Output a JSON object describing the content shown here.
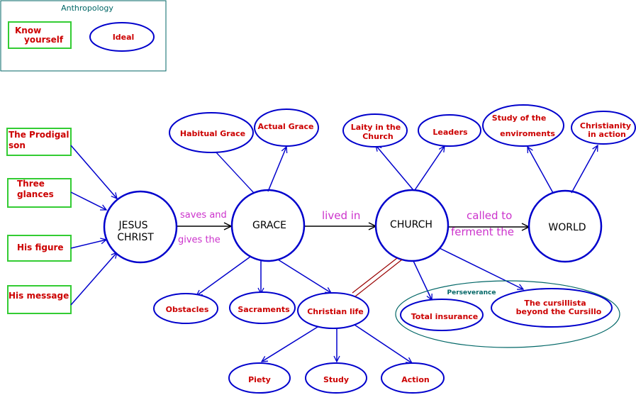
{
  "anthropology": {
    "title": "Anthropology",
    "know_yourself": [
      "Know",
      "yourself"
    ],
    "ideal": "Ideal"
  },
  "left_boxes": {
    "prodigal": [
      "The Prodigal",
      "son"
    ],
    "three_glances": [
      "Three",
      "glances"
    ],
    "his_figure": "His figure",
    "his_message": "His message"
  },
  "main": {
    "jesus": [
      "JESUS",
      "CHRIST"
    ],
    "grace": "GRACE",
    "church": "CHURCH",
    "world": "WORLD"
  },
  "edges": {
    "saves_and": "saves and",
    "gives_the": "gives the",
    "lived_in": "lived in",
    "called_to": "called to",
    "ferment_the": "ferment the"
  },
  "grace_nodes": {
    "habitual": "Habitual Grace",
    "actual": "Actual Grace",
    "obstacles": "Obstacles",
    "sacraments": "Sacraments",
    "christian_life": "Christian life",
    "piety": "Piety",
    "study": "Study",
    "action": "Action"
  },
  "church_nodes": {
    "laity": [
      "Laity in the",
      "Church"
    ],
    "leaders": "Leaders",
    "total_insurance": "Total insurance",
    "cursillista": [
      "The cursillista",
      "beyond the Cursillo"
    ],
    "perseverance": "Perseverance"
  },
  "world_nodes": {
    "study_env": [
      "Study of the",
      "enviroments"
    ],
    "christianity": [
      "Christianity",
      "in action"
    ]
  },
  "colors": {
    "blue": "#0000cc",
    "red_text": "#cc0000",
    "green_box": "#33cc33",
    "magenta": "#cc33cc",
    "teal": "#006666",
    "dark_red_line": "#990000"
  }
}
